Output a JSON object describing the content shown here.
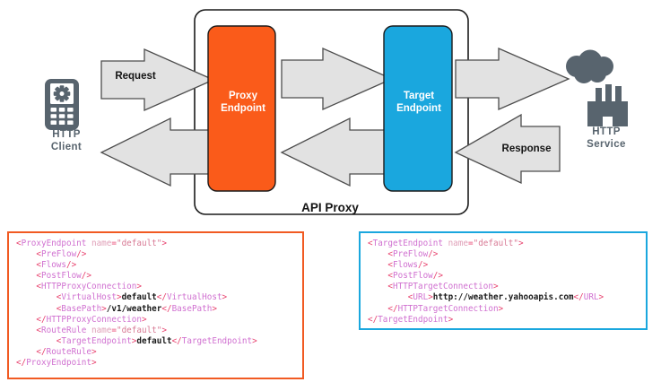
{
  "diagram": {
    "title": "API Proxy request/response flow",
    "container": {
      "label": "API Proxy",
      "border_color": "#1a1a1a"
    },
    "nodes": [
      {
        "id": "http-client",
        "label": "HTTP\nClient",
        "icon": "mobile-phone-gear-icon",
        "color": "#58646e"
      },
      {
        "id": "proxy-endpoint",
        "label": "Proxy\nEndpoint",
        "color": "#fa5b1a"
      },
      {
        "id": "target-endpoint",
        "label": "Target\nEndpoint",
        "color": "#1aa7de"
      },
      {
        "id": "http-service",
        "label": "HTTP\nService",
        "icon": "cloud-factory-icon",
        "color": "#58646e"
      }
    ],
    "node_labels": {
      "http_client_line1": "HTTP",
      "http_client_line2": "Client",
      "http_service_line1": "HTTP",
      "http_service_line2": "Service",
      "proxy_endpoint_line1": "Proxy",
      "proxy_endpoint_line2": "Endpoint",
      "target_endpoint_line1": "Target",
      "target_endpoint_line2": "Endpoint"
    },
    "arrows": [
      {
        "id": "request-arrow",
        "label": "Request",
        "direction": "right",
        "from": "http-client",
        "to": "proxy-endpoint"
      },
      {
        "id": "proxy-to-target-arrow",
        "label": "",
        "direction": "right",
        "from": "proxy-endpoint",
        "to": "target-endpoint"
      },
      {
        "id": "target-to-service-arrow",
        "label": "",
        "direction": "right",
        "from": "target-endpoint",
        "to": "http-service"
      },
      {
        "id": "response-arrow",
        "label": "Response",
        "direction": "left",
        "from": "http-service",
        "to": "target-endpoint"
      },
      {
        "id": "target-to-proxy-arrow",
        "label": "",
        "direction": "left",
        "from": "target-endpoint",
        "to": "proxy-endpoint"
      },
      {
        "id": "proxy-to-client-arrow",
        "label": "",
        "direction": "left",
        "from": "proxy-endpoint",
        "to": "http-client"
      }
    ],
    "arrow_labels": {
      "request": "Request",
      "response": "Response"
    },
    "colors": {
      "orange": "#fa5b1a",
      "blue": "#1aa7de",
      "arrow_fill": "#e2e2e2",
      "arrow_stroke": "#4d4d4d",
      "icon_gray": "#58646e",
      "container_stroke": "#1a1a1a"
    }
  },
  "code_blocks": {
    "proxy": {
      "name": "proxy-endpoint-xml",
      "border_color": "#f15a22",
      "lines": [
        {
          "indent": 0,
          "tokens": [
            {
              "t": "br",
              "v": "<"
            },
            {
              "t": "tag",
              "v": "ProxyEndpoint"
            },
            {
              "t": "attr",
              "v": " name"
            },
            {
              "t": "eq",
              "v": "="
            },
            {
              "t": "str",
              "v": "\"default\""
            },
            {
              "t": "br",
              "v": ">"
            }
          ]
        },
        {
          "indent": 1,
          "tokens": [
            {
              "t": "br",
              "v": "<"
            },
            {
              "t": "tag",
              "v": "PreFlow"
            },
            {
              "t": "br",
              "v": "/>"
            }
          ]
        },
        {
          "indent": 1,
          "tokens": [
            {
              "t": "br",
              "v": "<"
            },
            {
              "t": "tag",
              "v": "Flows"
            },
            {
              "t": "br",
              "v": "/>"
            }
          ]
        },
        {
          "indent": 1,
          "tokens": [
            {
              "t": "br",
              "v": "<"
            },
            {
              "t": "tag",
              "v": "PostFlow"
            },
            {
              "t": "br",
              "v": "/>"
            }
          ]
        },
        {
          "indent": 1,
          "tokens": [
            {
              "t": "br",
              "v": "<"
            },
            {
              "t": "tag",
              "v": "HTTPProxyConnection"
            },
            {
              "t": "br",
              "v": ">"
            }
          ]
        },
        {
          "indent": 2,
          "tokens": [
            {
              "t": "br",
              "v": "<"
            },
            {
              "t": "tag",
              "v": "VirtualHost"
            },
            {
              "t": "br",
              "v": ">"
            },
            {
              "t": "val",
              "v": "default"
            },
            {
              "t": "br",
              "v": "</"
            },
            {
              "t": "tag",
              "v": "VirtualHost"
            },
            {
              "t": "br",
              "v": ">"
            }
          ]
        },
        {
          "indent": 2,
          "tokens": [
            {
              "t": "br",
              "v": "<"
            },
            {
              "t": "tag",
              "v": "BasePath"
            },
            {
              "t": "br",
              "v": ">"
            },
            {
              "t": "val",
              "v": "/v1/weather"
            },
            {
              "t": "br",
              "v": "</"
            },
            {
              "t": "tag",
              "v": "BasePath"
            },
            {
              "t": "br",
              "v": ">"
            }
          ]
        },
        {
          "indent": 1,
          "tokens": [
            {
              "t": "br",
              "v": "</"
            },
            {
              "t": "tag",
              "v": "HTTPProxyConnection"
            },
            {
              "t": "br",
              "v": ">"
            }
          ]
        },
        {
          "indent": 1,
          "tokens": [
            {
              "t": "br",
              "v": "<"
            },
            {
              "t": "tag",
              "v": "RouteRule"
            },
            {
              "t": "attr",
              "v": " name"
            },
            {
              "t": "eq",
              "v": "="
            },
            {
              "t": "str",
              "v": "\"default\""
            },
            {
              "t": "br",
              "v": ">"
            }
          ]
        },
        {
          "indent": 2,
          "tokens": [
            {
              "t": "br",
              "v": "<"
            },
            {
              "t": "tag",
              "v": "TargetEndpoint"
            },
            {
              "t": "br",
              "v": ">"
            },
            {
              "t": "val",
              "v": "default"
            },
            {
              "t": "br",
              "v": "</"
            },
            {
              "t": "tag",
              "v": "TargetEndpoint"
            },
            {
              "t": "br",
              "v": ">"
            }
          ]
        },
        {
          "indent": 1,
          "tokens": [
            {
              "t": "br",
              "v": "</"
            },
            {
              "t": "tag",
              "v": "RouteRule"
            },
            {
              "t": "br",
              "v": ">"
            }
          ]
        },
        {
          "indent": 0,
          "tokens": [
            {
              "t": "br",
              "v": "</"
            },
            {
              "t": "tag",
              "v": "ProxyEndpoint"
            },
            {
              "t": "br",
              "v": ">"
            }
          ]
        }
      ],
      "plain_text": "<ProxyEndpoint name=\"default\">\n    <PreFlow/>\n    <Flows/>\n    <PostFlow/>\n    <HTTPProxyConnection>\n        <VirtualHost>default</VirtualHost>\n        <BasePath>/v1/weather</BasePath>\n    </HTTPProxyConnection>\n    <RouteRule name=\"default\">\n        <TargetEndpoint>default</TargetEndpoint>\n    </RouteRule>\n</ProxyEndpoint>"
    },
    "target": {
      "name": "target-endpoint-xml",
      "border_color": "#1aa7de",
      "lines": [
        {
          "indent": 0,
          "tokens": [
            {
              "t": "br",
              "v": "<"
            },
            {
              "t": "tag",
              "v": "TargetEndpoint"
            },
            {
              "t": "attr",
              "v": " name"
            },
            {
              "t": "eq",
              "v": "="
            },
            {
              "t": "str",
              "v": "\"default\""
            },
            {
              "t": "br",
              "v": ">"
            }
          ]
        },
        {
          "indent": 1,
          "tokens": [
            {
              "t": "br",
              "v": "<"
            },
            {
              "t": "tag",
              "v": "PreFlow"
            },
            {
              "t": "br",
              "v": "/>"
            }
          ]
        },
        {
          "indent": 1,
          "tokens": [
            {
              "t": "br",
              "v": "<"
            },
            {
              "t": "tag",
              "v": "Flows"
            },
            {
              "t": "br",
              "v": "/>"
            }
          ]
        },
        {
          "indent": 1,
          "tokens": [
            {
              "t": "br",
              "v": "<"
            },
            {
              "t": "tag",
              "v": "PostFlow"
            },
            {
              "t": "br",
              "v": "/>"
            }
          ]
        },
        {
          "indent": 1,
          "tokens": [
            {
              "t": "br",
              "v": "<"
            },
            {
              "t": "tag",
              "v": "HTTPTargetConnection"
            },
            {
              "t": "br",
              "v": ">"
            }
          ]
        },
        {
          "indent": 2,
          "tokens": [
            {
              "t": "br",
              "v": "<"
            },
            {
              "t": "tag",
              "v": "URL"
            },
            {
              "t": "br",
              "v": ">"
            },
            {
              "t": "val",
              "v": "http://weather.yahooapis.com"
            },
            {
              "t": "br",
              "v": "</"
            },
            {
              "t": "tag",
              "v": "URL"
            },
            {
              "t": "br",
              "v": ">"
            }
          ]
        },
        {
          "indent": 1,
          "tokens": [
            {
              "t": "br",
              "v": "</"
            },
            {
              "t": "tag",
              "v": "HTTPTargetConnection"
            },
            {
              "t": "br",
              "v": ">"
            }
          ]
        },
        {
          "indent": 0,
          "tokens": [
            {
              "t": "br",
              "v": "</"
            },
            {
              "t": "tag",
              "v": "TargetEndpoint"
            },
            {
              "t": "br",
              "v": ">"
            }
          ]
        }
      ],
      "plain_text": "<TargetEndpoint name=\"default\">\n    <PreFlow/>\n    <Flows/>\n    <PostFlow/>\n    <HTTPTargetConnection>\n        <URL>http://weather.yahooapis.com</URL>\n    </HTTPTargetConnection>\n</TargetEndpoint>"
    }
  }
}
